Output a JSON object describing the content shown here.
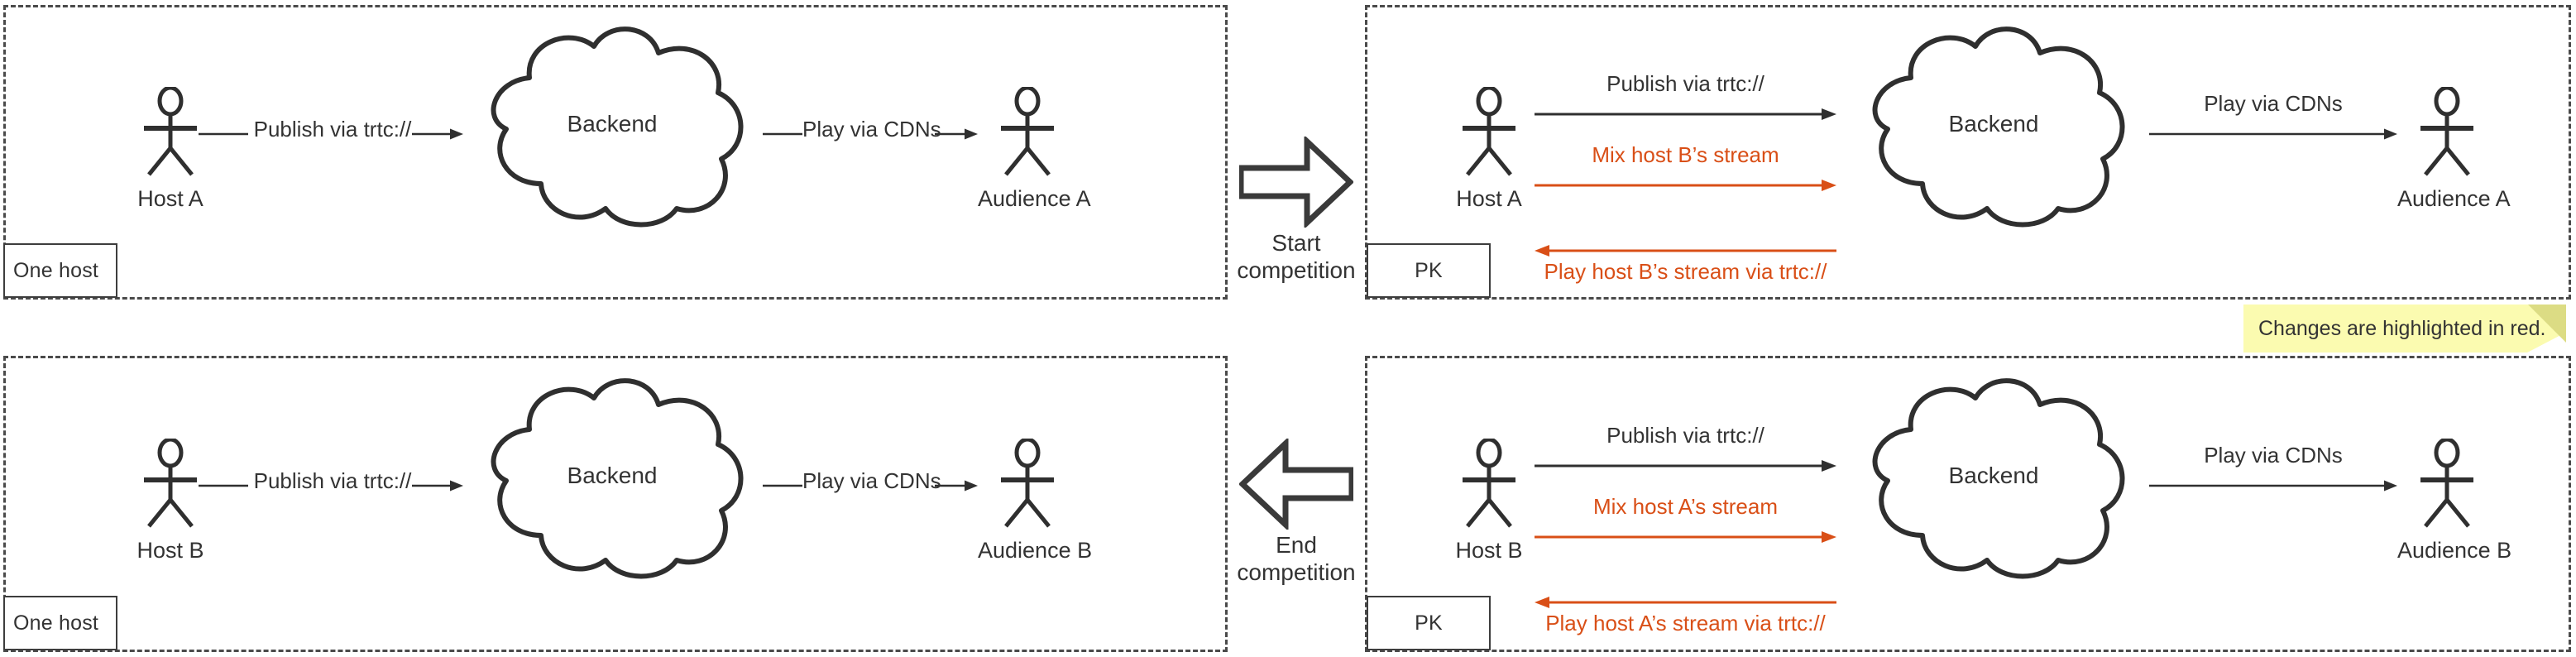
{
  "diagram": {
    "title": "TRTC host PK (competition) stream flow",
    "colors": {
      "stroke": "#2f2f2f",
      "orange": "#d94f17",
      "note_bg": "#fbfbb0",
      "note_fold": "#dcdc84",
      "panel_border": "#4a4a4a"
    },
    "note": {
      "text": "Changes are highlighted in red."
    },
    "transitions": [
      {
        "id": "start",
        "direction": "right",
        "line1": "Start",
        "line2": "competition"
      },
      {
        "id": "end",
        "direction": "left",
        "line1": "End",
        "line2": "competition"
      }
    ],
    "panels": [
      {
        "id": "top-left",
        "tag": "One host",
        "host": "Host A",
        "backend": "Backend",
        "audience": "Audience A",
        "flows": [
          {
            "label": "Publish via trtc://",
            "color": "black",
            "direction": "right"
          },
          {
            "label": "Play via CDNs",
            "color": "black",
            "direction": "right"
          }
        ]
      },
      {
        "id": "bottom-left",
        "tag": "One host",
        "host": "Host B",
        "backend": "Backend",
        "audience": "Audience B",
        "flows": [
          {
            "label": "Publish via trtc://",
            "color": "black",
            "direction": "right"
          },
          {
            "label": "Play via CDNs",
            "color": "black",
            "direction": "right"
          }
        ]
      },
      {
        "id": "top-right",
        "tag": "PK",
        "host": "Host A",
        "backend": "Backend",
        "audience": "Audience A",
        "flows": [
          {
            "label": "Publish via trtc://",
            "color": "black",
            "direction": "right"
          },
          {
            "label": "Mix host B’s stream",
            "color": "orange",
            "direction": "right"
          },
          {
            "label": "Play host B’s stream via trtc://",
            "color": "orange",
            "direction": "left"
          },
          {
            "label": "Play via CDNs",
            "color": "black",
            "direction": "right"
          }
        ]
      },
      {
        "id": "bottom-right",
        "tag": "PK",
        "host": "Host B",
        "backend": "Backend",
        "audience": "Audience B",
        "flows": [
          {
            "label": "Publish via trtc://",
            "color": "black",
            "direction": "right"
          },
          {
            "label": "Mix host A’s stream",
            "color": "orange",
            "direction": "right"
          },
          {
            "label": "Play host A’s stream via trtc://",
            "color": "orange",
            "direction": "left"
          },
          {
            "label": "Play via CDNs",
            "color": "black",
            "direction": "right"
          }
        ]
      }
    ]
  }
}
